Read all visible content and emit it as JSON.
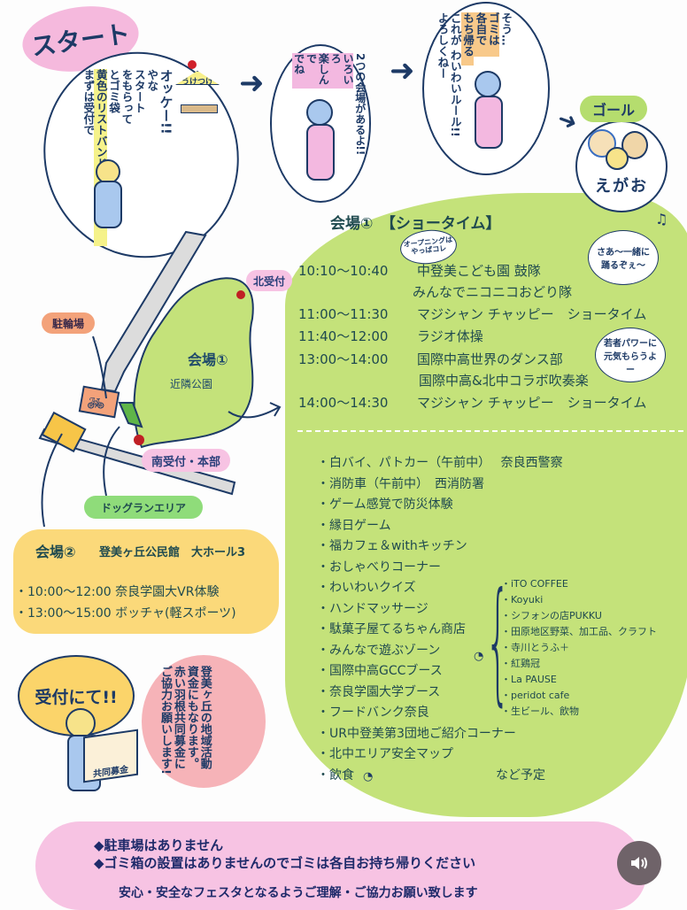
{
  "comic": {
    "start_label": "スタート",
    "panel1": {
      "booth_sign": "うけつけ",
      "text_lines": [
        "まずは受付で",
        "黄色のリストバンド",
        "とゴミ袋",
        "をもらって",
        "スタート",
        "やな",
        "オッケー!!"
      ]
    },
    "panel2": {
      "text_lines": [
        "2つの会場があるよ!!",
        "いろいろ",
        "楽しんで",
        "でね"
      ]
    },
    "panel3": {
      "text_lines": [
        "そう…",
        "ゴミは",
        "各自で",
        "もち帰る",
        "これが わいわいルール!!",
        "よろしくねー"
      ]
    },
    "goal_label": "ゴール",
    "goal_text": "えがお"
  },
  "map": {
    "north_reception": "北受付",
    "bicycle_parking": "駐輪場",
    "venue1_label": "会場①",
    "venue1_place": "近隣公園",
    "south_reception": "南受付・本部",
    "dog_run": "ドッグランエリア"
  },
  "venue1": {
    "title": "会場①　【ショータイム】",
    "notes": [
      "オープニングはやっぱコレ",
      "さあ〜一緒に踊るぞぇ〜",
      "若者パワーに元気もらうよー"
    ],
    "schedule": [
      {
        "time": "10:10〜10:40",
        "event": "中登美こども園 鼓隊"
      },
      {
        "time": "",
        "event": "みんなでニコニコおどり隊"
      },
      {
        "time": "11:00〜11:30",
        "event": "マジシャン チャッピー　ショータイム"
      },
      {
        "time": "11:40〜12:00",
        "event": "ラジオ体操"
      },
      {
        "time": "13:00〜14:00",
        "event": "国際中高世界のダンス部"
      },
      {
        "time": "",
        "event": "国際中高&北中コラボ吹奏楽"
      },
      {
        "time": "14:00〜14:30",
        "event": "マジシャン チャッピー　ショータイム"
      }
    ],
    "activities": [
      "・白バイ、パトカー（午前中）　 奈良西警察",
      "・消防車（午前中）　西消防署",
      "・ゲーム感覚で防災体験",
      "・縁日ゲーム",
      "・福カフェ＆withキッチン",
      "・おしゃべりコーナー",
      "・わいわいクイズ",
      "・ハンドマッサージ",
      "・駄菓子屋てるちゃん商店",
      "・みんなで遊ぶゾーン",
      "・国際中高GCCブース",
      "・奈良学園大学ブース",
      "・フードバンク奈良",
      "・UR中登美第3団地ご紹介コーナー",
      "・北中エリア安全マップ",
      "・飲食"
    ],
    "food_vendors": [
      "・iTO COFFEE",
      "・Koyuki",
      "・シフォンの店PUKKU",
      "・田原地区野菜、加工品、クラフト",
      "・寺川とうふ＋",
      "・紅鶏冠",
      "・La PAUSE",
      "・peridot cafe",
      "・生ビール、飲物"
    ],
    "etc_note": "など予定"
  },
  "venue2": {
    "title": "会場②",
    "place": "登美ヶ丘公民館　大ホール3",
    "schedule": [
      "・10:00〜12:00  奈良学園大VR体験",
      "・13:00〜15:00  ボッチャ(軽スポーツ)"
    ]
  },
  "donation": {
    "bubble_text": "受付にて!!",
    "box_label": "共同募金",
    "circle_text": [
      "登美ヶ丘の地域活動",
      "資金にもなります。",
      "赤い羽根共同募金に",
      "ご協力お願いします!"
    ]
  },
  "notice": {
    "lines": [
      "◆駐車場はありません",
      "◆ゴミ箱の設置はありませんのでゴミは各自お持ち帰りください"
    ],
    "closing": "安心・安全なフェスタとなるようご理解・ご協力お願い致します"
  },
  "audio_button": {
    "icon": "speaker-icon"
  },
  "colors": {
    "green": "#c4e27a",
    "pink": "#f7c3e3",
    "yellow": "#fbd97a",
    "navy": "#1d3a66",
    "text": "#1f4a4f"
  }
}
